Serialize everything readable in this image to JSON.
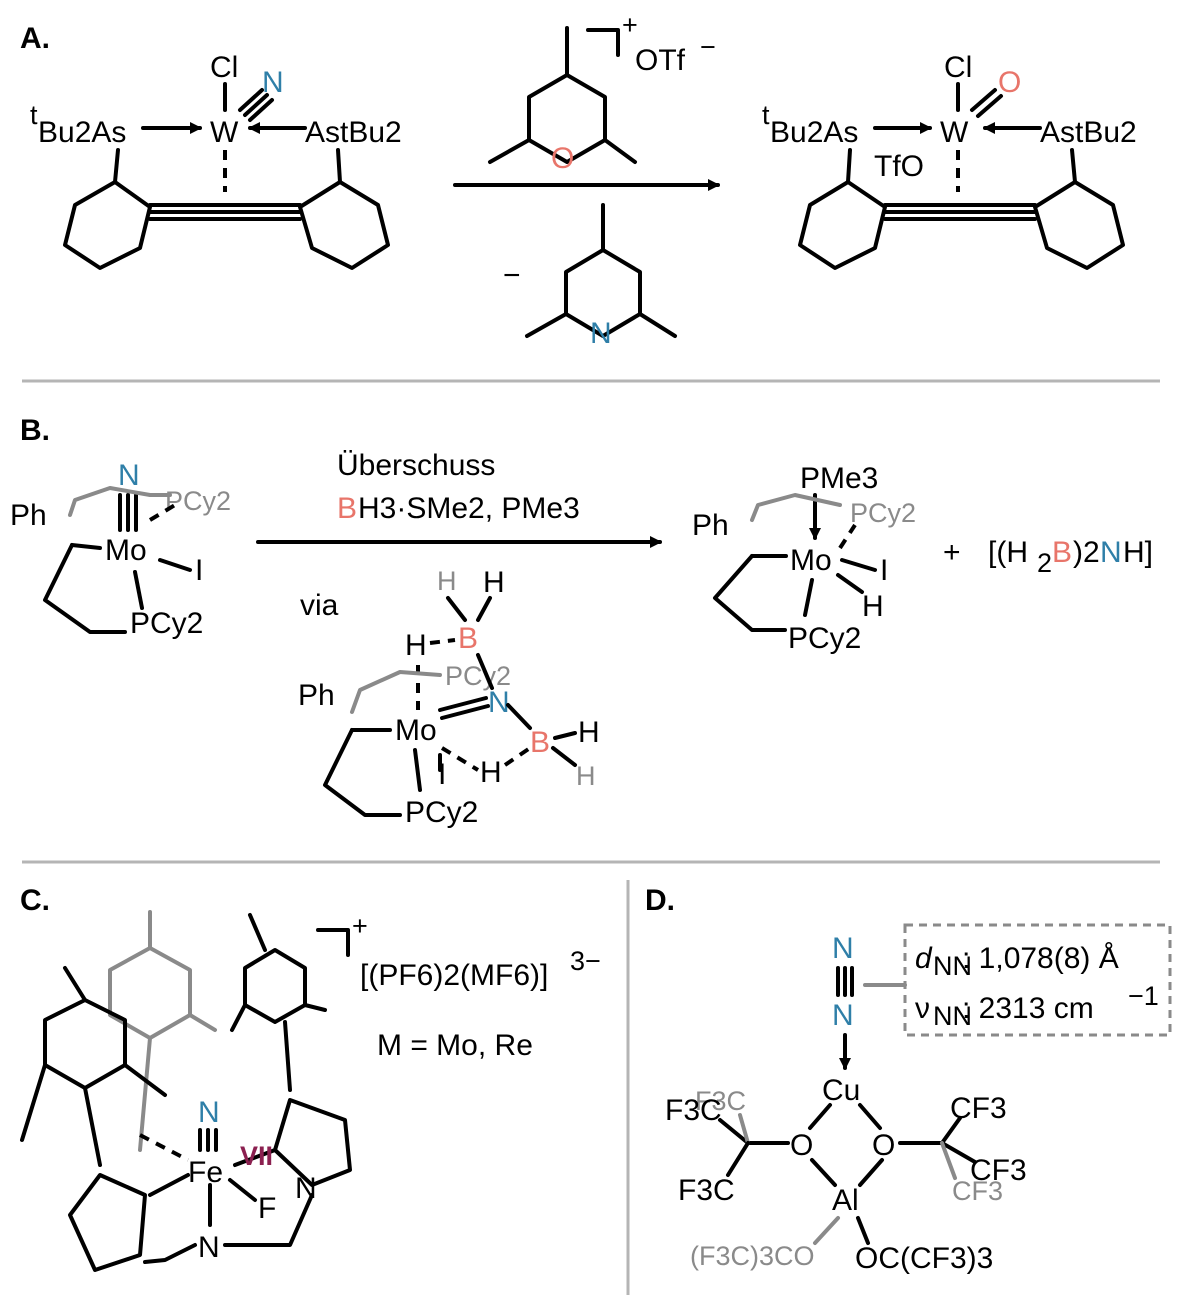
{
  "panels": {
    "a": "A.",
    "b": "B.",
    "c": "C.",
    "d": "D."
  },
  "panel_a": {
    "left": {
      "cl": "Cl",
      "n": "N",
      "w": "W",
      "as_left": "Bu2As",
      "as_right": "AstBu2",
      "tbu": "t"
    },
    "reagent": {
      "charge": "+",
      "counterion": "OTf",
      "counter_charge": "−",
      "o": "O"
    },
    "byproduct": {
      "minus": "−",
      "n": "N"
    },
    "right": {
      "cl": "Cl",
      "o": "O",
      "w": "W",
      "tfo": "TfO",
      "as_left": "Bu2As",
      "as_right": "AstBu2",
      "tbu": "t"
    }
  },
  "panel_b": {
    "start": {
      "n": "N",
      "pcy2_top": "PCy2",
      "ph": "Ph",
      "mo": "Mo",
      "i": "I",
      "pcy2_bottom": "PCy2"
    },
    "conditions": {
      "line1": "Überschuss",
      "b": "B",
      "line2_rest": "H3·SMe2, PMe3",
      "via": "via"
    },
    "intermediate": {
      "h1": "H",
      "h2": "H",
      "b1": "B",
      "h3": "H",
      "pcy2_top": "PCy2",
      "n": "N",
      "ph": "Ph",
      "mo": "Mo",
      "b2": "B",
      "h4": "H",
      "h5": "H",
      "h6": "H",
      "i": "I",
      "pcy2_bottom": "PCy2"
    },
    "product": {
      "pme3": "PMe3",
      "pcy2_top": "PCy2",
      "ph": "Ph",
      "mo": "Mo",
      "i": "I",
      "h": "H",
      "pcy2_bottom": "PCy2"
    },
    "plus": "+",
    "side_product": {
      "open": "[(H",
      "b_sub": "2",
      "b": "B",
      "close_sub": ")2",
      "n": "N",
      "end": "H]"
    }
  },
  "panel_c": {
    "charge": "+",
    "anion": "[(PF6)2(MF6)]",
    "anion_charge": "3−",
    "metals": "M = Mo, Re",
    "fe": "Fe",
    "ox": "VII",
    "n_top": "N",
    "f": "F",
    "n_amine": "N",
    "n_ring": "N"
  },
  "panel_d": {
    "n_top": "N",
    "n_bottom": "N",
    "dnn_label": "d",
    "dnn_sub": "NN",
    "dnn_value": ": 1,078(8) Å",
    "vnn_label": "ν",
    "vnn_sub": "NN",
    "vnn_value": ": 2313 cm",
    "vnn_exp": "−1",
    "cu": "Cu",
    "al": "Al",
    "o": "O",
    "f3c_gray": "F3C",
    "f3c_1": "F3C",
    "f3c_2": "F3C",
    "cf3_1": "CF3",
    "cf3_2": "CF3",
    "cf3_gray": "CF3",
    "oc_gray": "(F3C)3CO",
    "oc_black": "OC(CF3)3"
  },
  "colors": {
    "nitrogen": "#2f7fa8",
    "oxygen_boron": "#e8756a",
    "gray": "#8a8a8a",
    "oxidation_state": "#8b2050",
    "separator": "#b5b5b5"
  }
}
